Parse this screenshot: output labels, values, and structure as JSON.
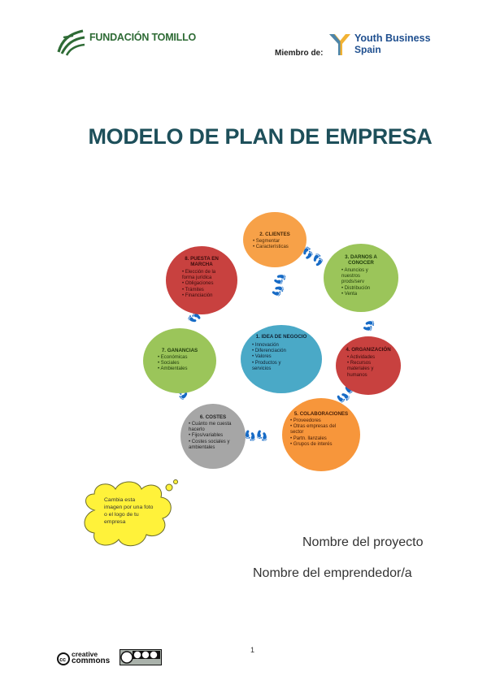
{
  "header": {
    "tomillo_label": "FUNDACIÓN TOMILLO",
    "member_label": "Miembro de:",
    "ybs_line1": "Youth Business",
    "ybs_line2": "Spain"
  },
  "title": "MODELO DE PLAN DE EMPRESA",
  "diagram": {
    "center": {
      "title": "1. IDEA DE NEGOCIO",
      "items": [
        "Innovación",
        "Diferenciación",
        "Valores",
        "Productos y servicios"
      ],
      "color": "#4aa9c7"
    },
    "nodes": [
      {
        "title": "2. CLIENTES",
        "items": [
          "Segmentar",
          "Características"
        ],
        "color": "#f7a148"
      },
      {
        "title": "3. DARNOS A CONOCER",
        "items": [
          "Anuncios y nuestros prods/serv",
          "Distribución",
          "Venta"
        ],
        "color": "#9bc55a"
      },
      {
        "title": "4. ORGANIZACIÓN",
        "items": [
          "Actividades",
          "Recursos materiales y humanos"
        ],
        "color": "#c8413f"
      },
      {
        "title": "5. COLABORACIONES",
        "items": [
          "Proveedores",
          "Otras empresas del sector",
          "Partn. llanzales",
          "Grupos de interés"
        ],
        "color": "#f7963b"
      },
      {
        "title": "6. COSTES",
        "items": [
          "Cuánto me cuesta hacerlo",
          "Fijos/variables",
          "Costes sociales y ambientales"
        ],
        "color": "#a6a6a6"
      },
      {
        "title": "7. GANANCIAS",
        "items": [
          "Económicas",
          "Sociales",
          "Ambientales"
        ],
        "color": "#9bc55a"
      },
      {
        "title": "8. PUESTA EN MARCHA",
        "items": [
          "Elección de la forma jurídica",
          "Obligaciones",
          "Trámites",
          "Financiación"
        ],
        "color": "#c8413f"
      }
    ]
  },
  "cloud_note": {
    "text": "Cambia esta imagen por una foto o el logo de tu empresa",
    "color": "#fff23a"
  },
  "project_name": "Nombre del proyecto",
  "entrepreneur_name": "Nombre del emprendedor/a",
  "page_number": "1",
  "footer": {
    "cc_line1": "creative",
    "cc_line2": "commons"
  }
}
